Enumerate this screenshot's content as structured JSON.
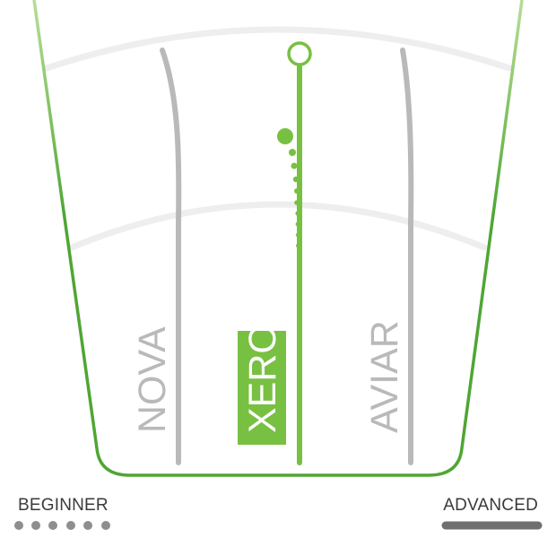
{
  "scale": {
    "min_label": "BEGINNER",
    "max_label": "ADVANCED"
  },
  "products": [
    {
      "name": "NOVA",
      "highlighted": false
    },
    {
      "name": "XERO",
      "highlighted": true
    },
    {
      "name": "AVIAR",
      "highlighted": false
    }
  ],
  "colors": {
    "accent": "#78c042",
    "accent_dark": "#4fa634",
    "inactive": "#b9b9b9",
    "track_arc": "#eeeeee",
    "text": "#3a3a3a",
    "highlight_text": "#ffffff",
    "dot": "#8e8e8e",
    "advanced_bar": "#6f6f6f"
  }
}
